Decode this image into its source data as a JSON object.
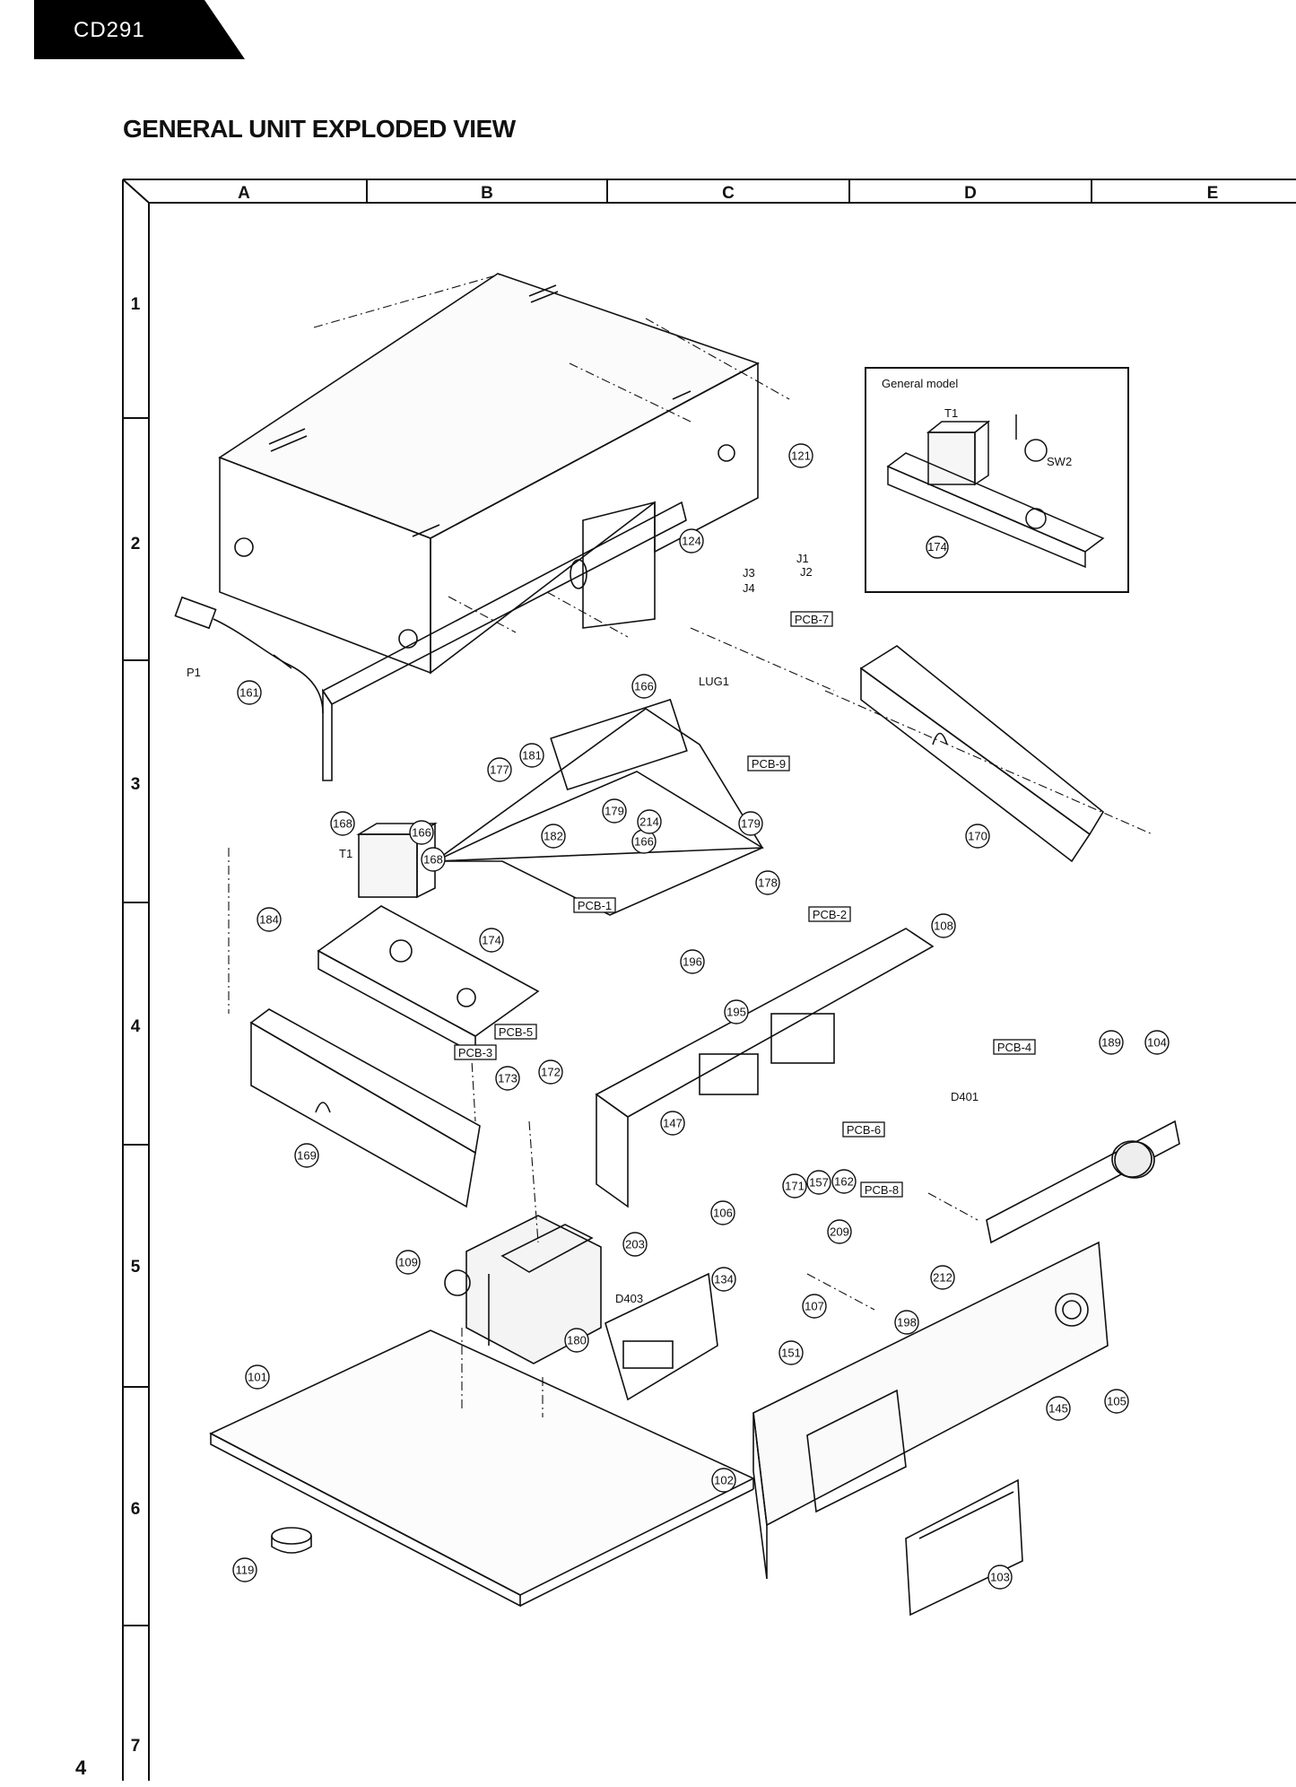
{
  "header": {
    "model": "CD291",
    "title": "GENERAL UNIT EXPLODED VIEW"
  },
  "page_number": "4",
  "grid": {
    "columns": [
      "A",
      "B",
      "C",
      "D",
      "E"
    ],
    "rows": [
      "1",
      "2",
      "3",
      "4",
      "5",
      "6",
      "7"
    ]
  },
  "inset": {
    "title": "General model",
    "labels": [
      "T1",
      "SW2"
    ],
    "parts": [
      "174"
    ]
  },
  "parts": [
    "101",
    "102",
    "103",
    "104",
    "105",
    "106",
    "107",
    "108",
    "109",
    "119",
    "121",
    "124",
    "134",
    "145",
    "147",
    "151",
    "157",
    "161",
    "162",
    "166",
    "166",
    "166",
    "168",
    "168",
    "169",
    "170",
    "171",
    "172",
    "173",
    "174",
    "177",
    "178",
    "179",
    "179",
    "180",
    "181",
    "182",
    "184",
    "189",
    "195",
    "196",
    "198",
    "203",
    "209",
    "212",
    "214"
  ],
  "pcb_labels": [
    "PCB-1",
    "PCB-2",
    "PCB-3",
    "PCB-4",
    "PCB-5",
    "PCB-6",
    "PCB-7",
    "PCB-8",
    "PCB-9"
  ],
  "text_labels": [
    "P1",
    "LUG1",
    "J1",
    "J2",
    "J3",
    "J4",
    "T1",
    "D401",
    "D403"
  ]
}
